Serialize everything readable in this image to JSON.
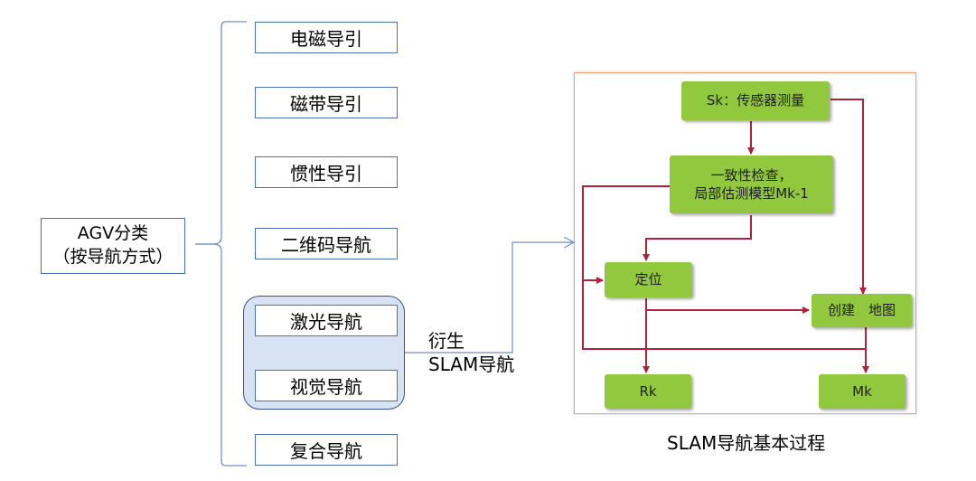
{
  "root": {
    "line1": "AGV分类",
    "line2": "（按导航方式）"
  },
  "methods": [
    "电磁导引",
    "磁带导引",
    "惯性导引",
    "二维码导航",
    "激光导航",
    "视觉导航",
    "复合导航"
  ],
  "derive": {
    "line1": "衍生",
    "line2": "SLAM导航"
  },
  "slam": {
    "sk": "Sk：传感器测量",
    "check_line1": "一致性检查，",
    "check_line2": "局部估测模型Mk-1",
    "locate": "定位",
    "map": "创建　地图",
    "rk": "Rk",
    "mk": "Mk",
    "caption": "SLAM导航基本过程"
  },
  "colors": {
    "node_fill": "#92c83e",
    "arrow": "#b0223a",
    "group_fill": "#d7e3f2",
    "frame_border": "#f0a070"
  }
}
